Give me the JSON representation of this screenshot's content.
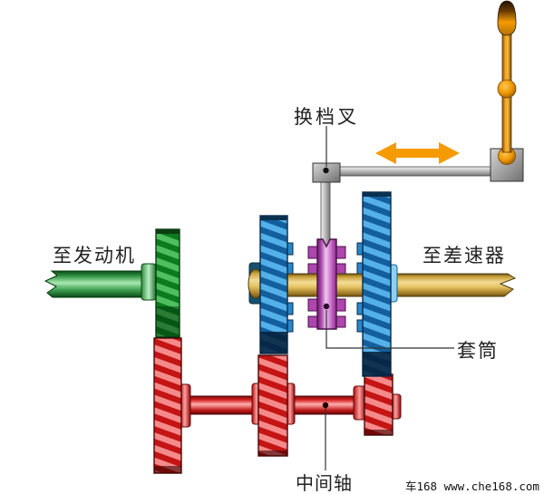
{
  "diagram": {
    "labels": {
      "shift_fork": "换档叉",
      "to_engine": "至发动机",
      "to_differential": "至差速器",
      "sleeve": "套筒",
      "countershaft": "中间轴"
    },
    "watermark": "车168 www.che168.com",
    "colors": {
      "gear_green_light": "#4fbe5f",
      "gear_green_dark": "#0c7a1f",
      "gear_blue_light": "#54b0e8",
      "gear_blue_dark": "#135f9e",
      "gear_red_light": "#f58a8a",
      "gear_red_dark": "#c41414",
      "shaft_gold": "#e3c05e",
      "shaft_green": "#2e8f42",
      "shaft_red": "#d42020",
      "sleeve_purple": "#c05ec0",
      "accent_orange": "#f59b00",
      "metal_gray": "#b8b8b8",
      "label_text": "#222222"
    }
  }
}
